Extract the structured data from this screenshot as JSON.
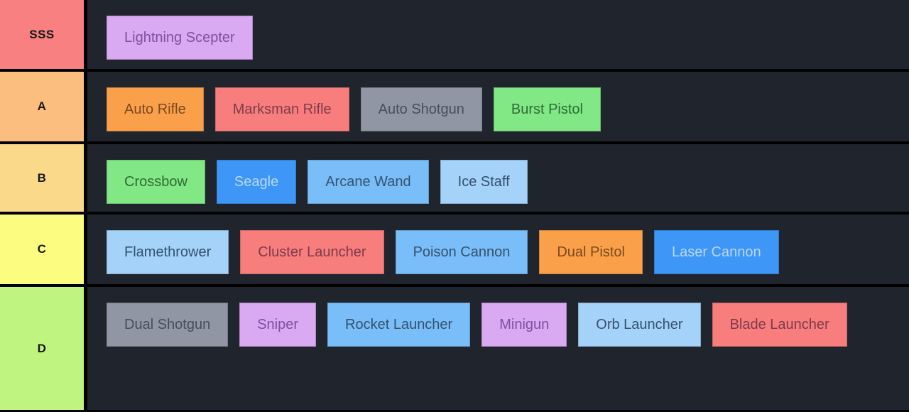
{
  "app": {
    "type": "tier-list"
  },
  "colors": {
    "board_background": "#20242d",
    "separator": "#010101",
    "label_text": "#181818"
  },
  "item_styles": {
    "purple": {
      "bg": "#d9a9f2",
      "text": "#7d51a0"
    },
    "orange": {
      "bg": "#faa04b",
      "text": "#7a4a1e"
    },
    "salmon": {
      "bg": "#f87e7e",
      "text": "#7d3a4a"
    },
    "gray": {
      "bg": "#9096a3",
      "text": "#474e5d"
    },
    "green": {
      "bg": "#82e785",
      "text": "#2e6b36"
    },
    "blue": {
      "bg": "#3e96f6",
      "text": "#b9d8f5"
    },
    "blue-light": {
      "bg": "#79bef8",
      "text": "#35516f"
    },
    "blue-lighter": {
      "bg": "#a5d2f8",
      "text": "#35516f"
    }
  },
  "tiers": [
    {
      "label": "SSS",
      "color": "#f88080",
      "items": [
        {
          "name": "Lightning Scepter",
          "style": "purple"
        }
      ]
    },
    {
      "label": "A",
      "color": "#fcbe7e",
      "items": [
        {
          "name": "Auto Rifle",
          "style": "orange"
        },
        {
          "name": "Marksman Rifle",
          "style": "salmon"
        },
        {
          "name": "Auto Shotgun",
          "style": "gray"
        },
        {
          "name": "Burst Pistol",
          "style": "green"
        }
      ]
    },
    {
      "label": "B",
      "color": "#fbd98b",
      "items": [
        {
          "name": "Crossbow",
          "style": "green"
        },
        {
          "name": "Seagle",
          "style": "blue"
        },
        {
          "name": "Arcane Wand",
          "style": "blue-light"
        },
        {
          "name": "Ice Staff",
          "style": "blue-lighter"
        }
      ]
    },
    {
      "label": "C",
      "color": "#fcfc80",
      "items": [
        {
          "name": "Flamethrower",
          "style": "blue-lighter"
        },
        {
          "name": "Cluster Launcher",
          "style": "salmon"
        },
        {
          "name": "Poison Cannon",
          "style": "blue-light"
        },
        {
          "name": "Dual Pistol",
          "style": "orange"
        },
        {
          "name": "Laser Cannon",
          "style": "blue"
        }
      ]
    },
    {
      "label": "D",
      "color": "#c0f480",
      "items": [
        {
          "name": "Dual Shotgun",
          "style": "gray"
        },
        {
          "name": "Sniper",
          "style": "purple"
        },
        {
          "name": "Rocket Launcher",
          "style": "blue-light"
        },
        {
          "name": "Minigun",
          "style": "purple"
        },
        {
          "name": "Orb Launcher",
          "style": "blue-lighter"
        },
        {
          "name": "Blade Launcher",
          "style": "salmon"
        }
      ]
    }
  ]
}
